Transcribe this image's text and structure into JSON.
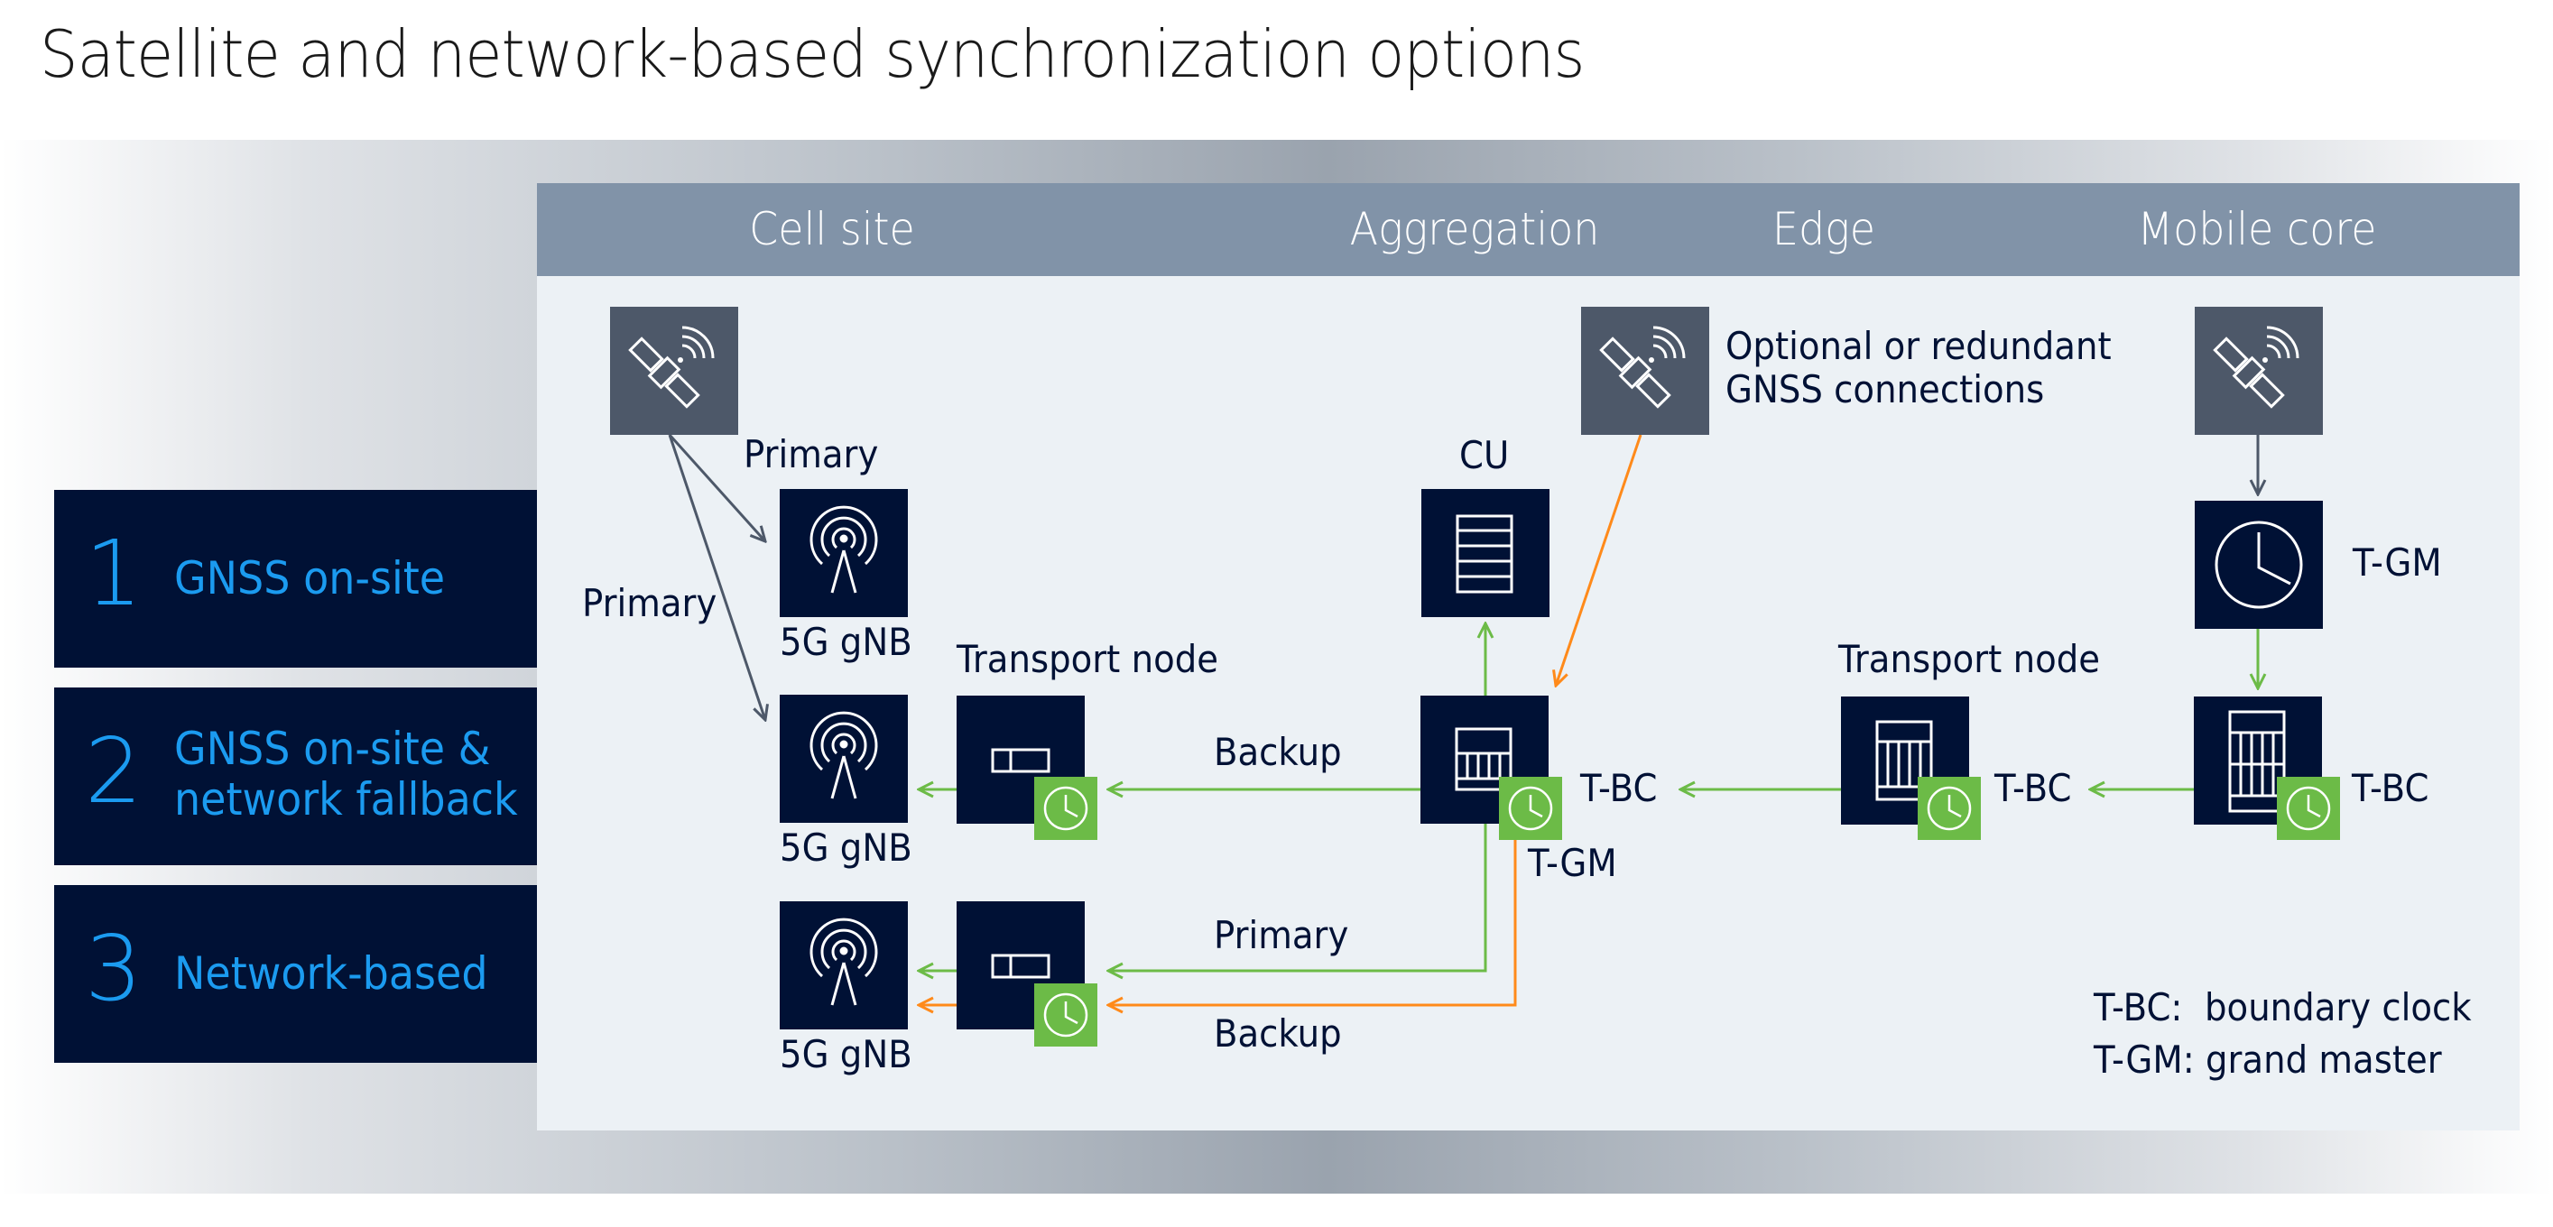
{
  "title": "Satellite and network-based synchronization options",
  "colors": {
    "navy": "#001135",
    "accent_blue": "#1b9bf0",
    "header_band": "#8193a8",
    "panel": "#ecf1f5",
    "satellite_box": "#4d5869",
    "clock_green": "#6cbb47",
    "backup_orange": "#ff8a1a",
    "gnss_arrow": "#4d5869"
  },
  "header": {
    "columns": [
      "Cell site",
      "Aggregation",
      "Edge",
      "Mobile core"
    ]
  },
  "options": [
    {
      "number": "1",
      "label_lines": [
        "GNSS on-site"
      ]
    },
    {
      "number": "2",
      "label_lines": [
        "GNSS on-site &",
        "network fallback"
      ]
    },
    {
      "number": "3",
      "label_lines": [
        "Network-based"
      ]
    }
  ],
  "nodes": {
    "satellite_cell_site": {
      "icon": "satellite-icon"
    },
    "satellite_edge": {
      "icon": "satellite-icon",
      "caption_lines": [
        "Optional or redundant",
        "GNSS connections"
      ]
    },
    "satellite_core": {
      "icon": "satellite-icon"
    },
    "gnb_1": {
      "icon": "antenna-tower-icon",
      "top_label": "Primary",
      "caption": "5G gNB"
    },
    "gnb_2": {
      "icon": "antenna-tower-icon",
      "caption": "5G gNB"
    },
    "gnb_3": {
      "icon": "antenna-tower-icon",
      "caption": "5G gNB"
    },
    "transport_cell_2": {
      "icon": "router-icon",
      "top_label": "Transport node"
    },
    "transport_cell_3": {
      "icon": "router-icon"
    },
    "cu": {
      "icon": "server-rack-icon",
      "top_label": "CU"
    },
    "aggregation": {
      "icon": "switch-icon",
      "right_label": "T-BC",
      "below_label": "T-GM"
    },
    "transport_edge": {
      "icon": "switch-icon",
      "top_label": "Transport node",
      "right_label": "T-BC"
    },
    "core_tgm": {
      "icon": "clock-icon",
      "right_label": "T-GM"
    },
    "core_tbc": {
      "icon": "chassis-icon",
      "right_label": "T-BC"
    }
  },
  "links": {
    "primary_left": "Primary",
    "backup_row2": "Backup",
    "primary_row3": "Primary",
    "backup_row3": "Backup"
  },
  "legend": [
    {
      "abbr": "T-BC:",
      "meaning": "boundary clock"
    },
    {
      "abbr": "T-GM:",
      "meaning": "grand master"
    }
  ]
}
